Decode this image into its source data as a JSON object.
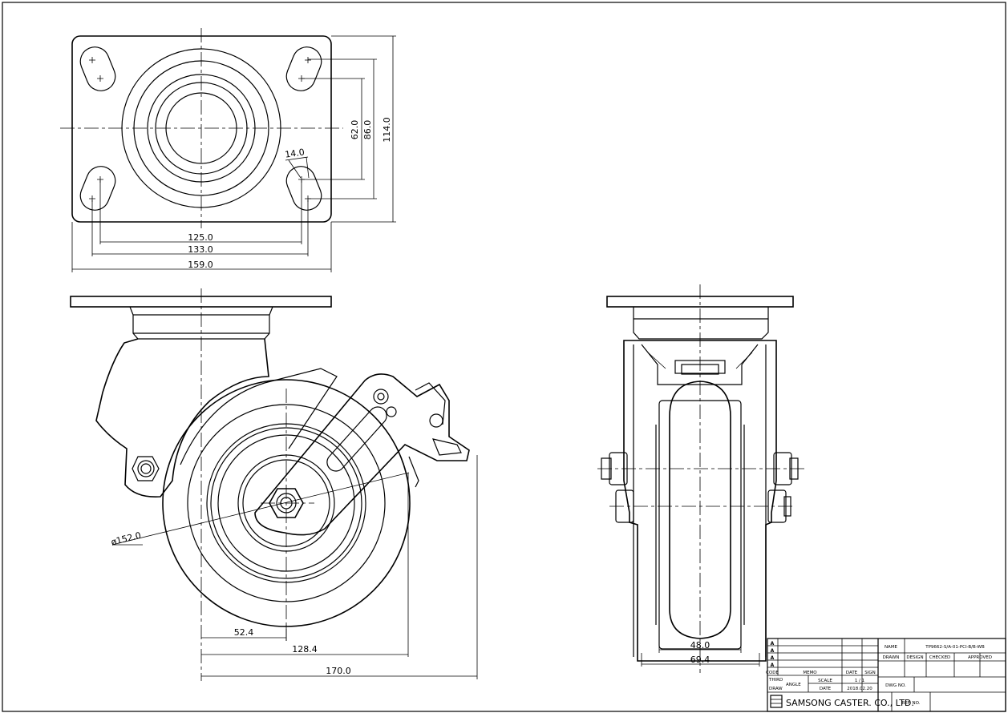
{
  "top_view": {
    "dims": {
      "d125": "125.0",
      "d133": "133.0",
      "d159": "159.0",
      "d62": "62.0",
      "d86": "86.0",
      "d114": "114.0",
      "d14": "14.0"
    }
  },
  "side_view": {
    "dims": {
      "dia": "ø152.0",
      "d52": "52.4",
      "d128": "128.4",
      "d170": "170.0"
    }
  },
  "front_view": {
    "dims": {
      "d48": "48.0",
      "d69": "69.4"
    }
  },
  "title_block": {
    "rev_symbols": [
      "A",
      "A",
      "A",
      "A"
    ],
    "code_label": "CODE",
    "memo_label": "MEMO",
    "date_label": "DATE",
    "sign_label": "SIGN",
    "name_label": "NAME",
    "name_value": "TP9662-S/A-01-PCI-B/B-WB",
    "drawn_label": "DRAWN",
    "design_label": "DESIGN",
    "checked_label": "CHECKED",
    "approved_label": "APPROVED",
    "third_angle_line1": "THIRD",
    "third_angle_line2": "ANGLE",
    "third_angle_line3": "DRAW",
    "scale_label": "SCALE",
    "scale_value": "1  /  1",
    "date2_label": "DATE",
    "date_value": "2018.02.20",
    "dwg_no_label": "DWG NO.",
    "company": "SAMSONG CASTER. CO., LTD.",
    "ref_no_label": "REF. NO."
  }
}
